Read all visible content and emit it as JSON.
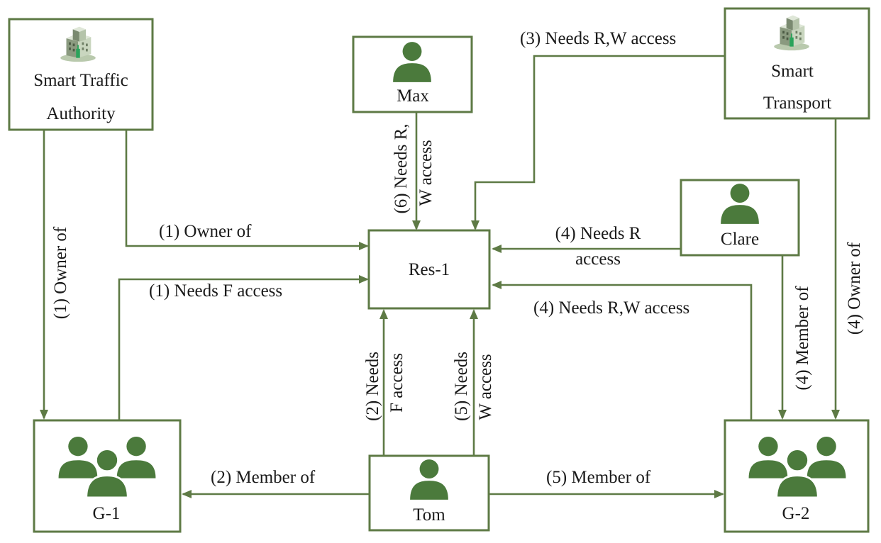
{
  "colors": {
    "accent": "#5e7a45",
    "person": "#4b7a3c",
    "text": "#1a1a1a"
  },
  "nodes": {
    "sta": {
      "icon": "building-icon",
      "line1": "Smart Traffic",
      "line2": "Authority"
    },
    "max": {
      "icon": "person-icon",
      "label": "Max"
    },
    "st": {
      "icon": "building-icon",
      "line1": "Smart",
      "line2": "Transport"
    },
    "clare": {
      "icon": "person-icon",
      "label": "Clare"
    },
    "res1": {
      "label": "Res-1"
    },
    "g1": {
      "icon": "group-icon",
      "label": "G-1"
    },
    "tom": {
      "icon": "person-icon",
      "label": "Tom"
    },
    "g2": {
      "icon": "group-icon",
      "label": "G-2"
    }
  },
  "edges": {
    "sta_owner_g1": "(1) Owner of",
    "sta_owner_res1": "(1) Owner of",
    "g1_needs_f": "(1) Needs F access",
    "max_needs_line1": "(6) Needs R,",
    "max_needs_line2": "W access",
    "st_needs_rw": "(3) Needs R,W access",
    "clare_needs_line1": "(4) Needs R",
    "clare_needs_line2": "access",
    "g2_needs_rw": "(4) Needs R,W access",
    "clare_member_g2": "(4) Member of",
    "st_owner_g2": "(4) Owner of",
    "tom_needs_f_line1": "(2) Needs",
    "tom_needs_f_line2": "F access",
    "tom_needs_w_line1": "(5) Needs",
    "tom_needs_w_line2": "W access",
    "tom_member_g1": "(2) Member of",
    "tom_member_g2": "(5) Member of"
  }
}
